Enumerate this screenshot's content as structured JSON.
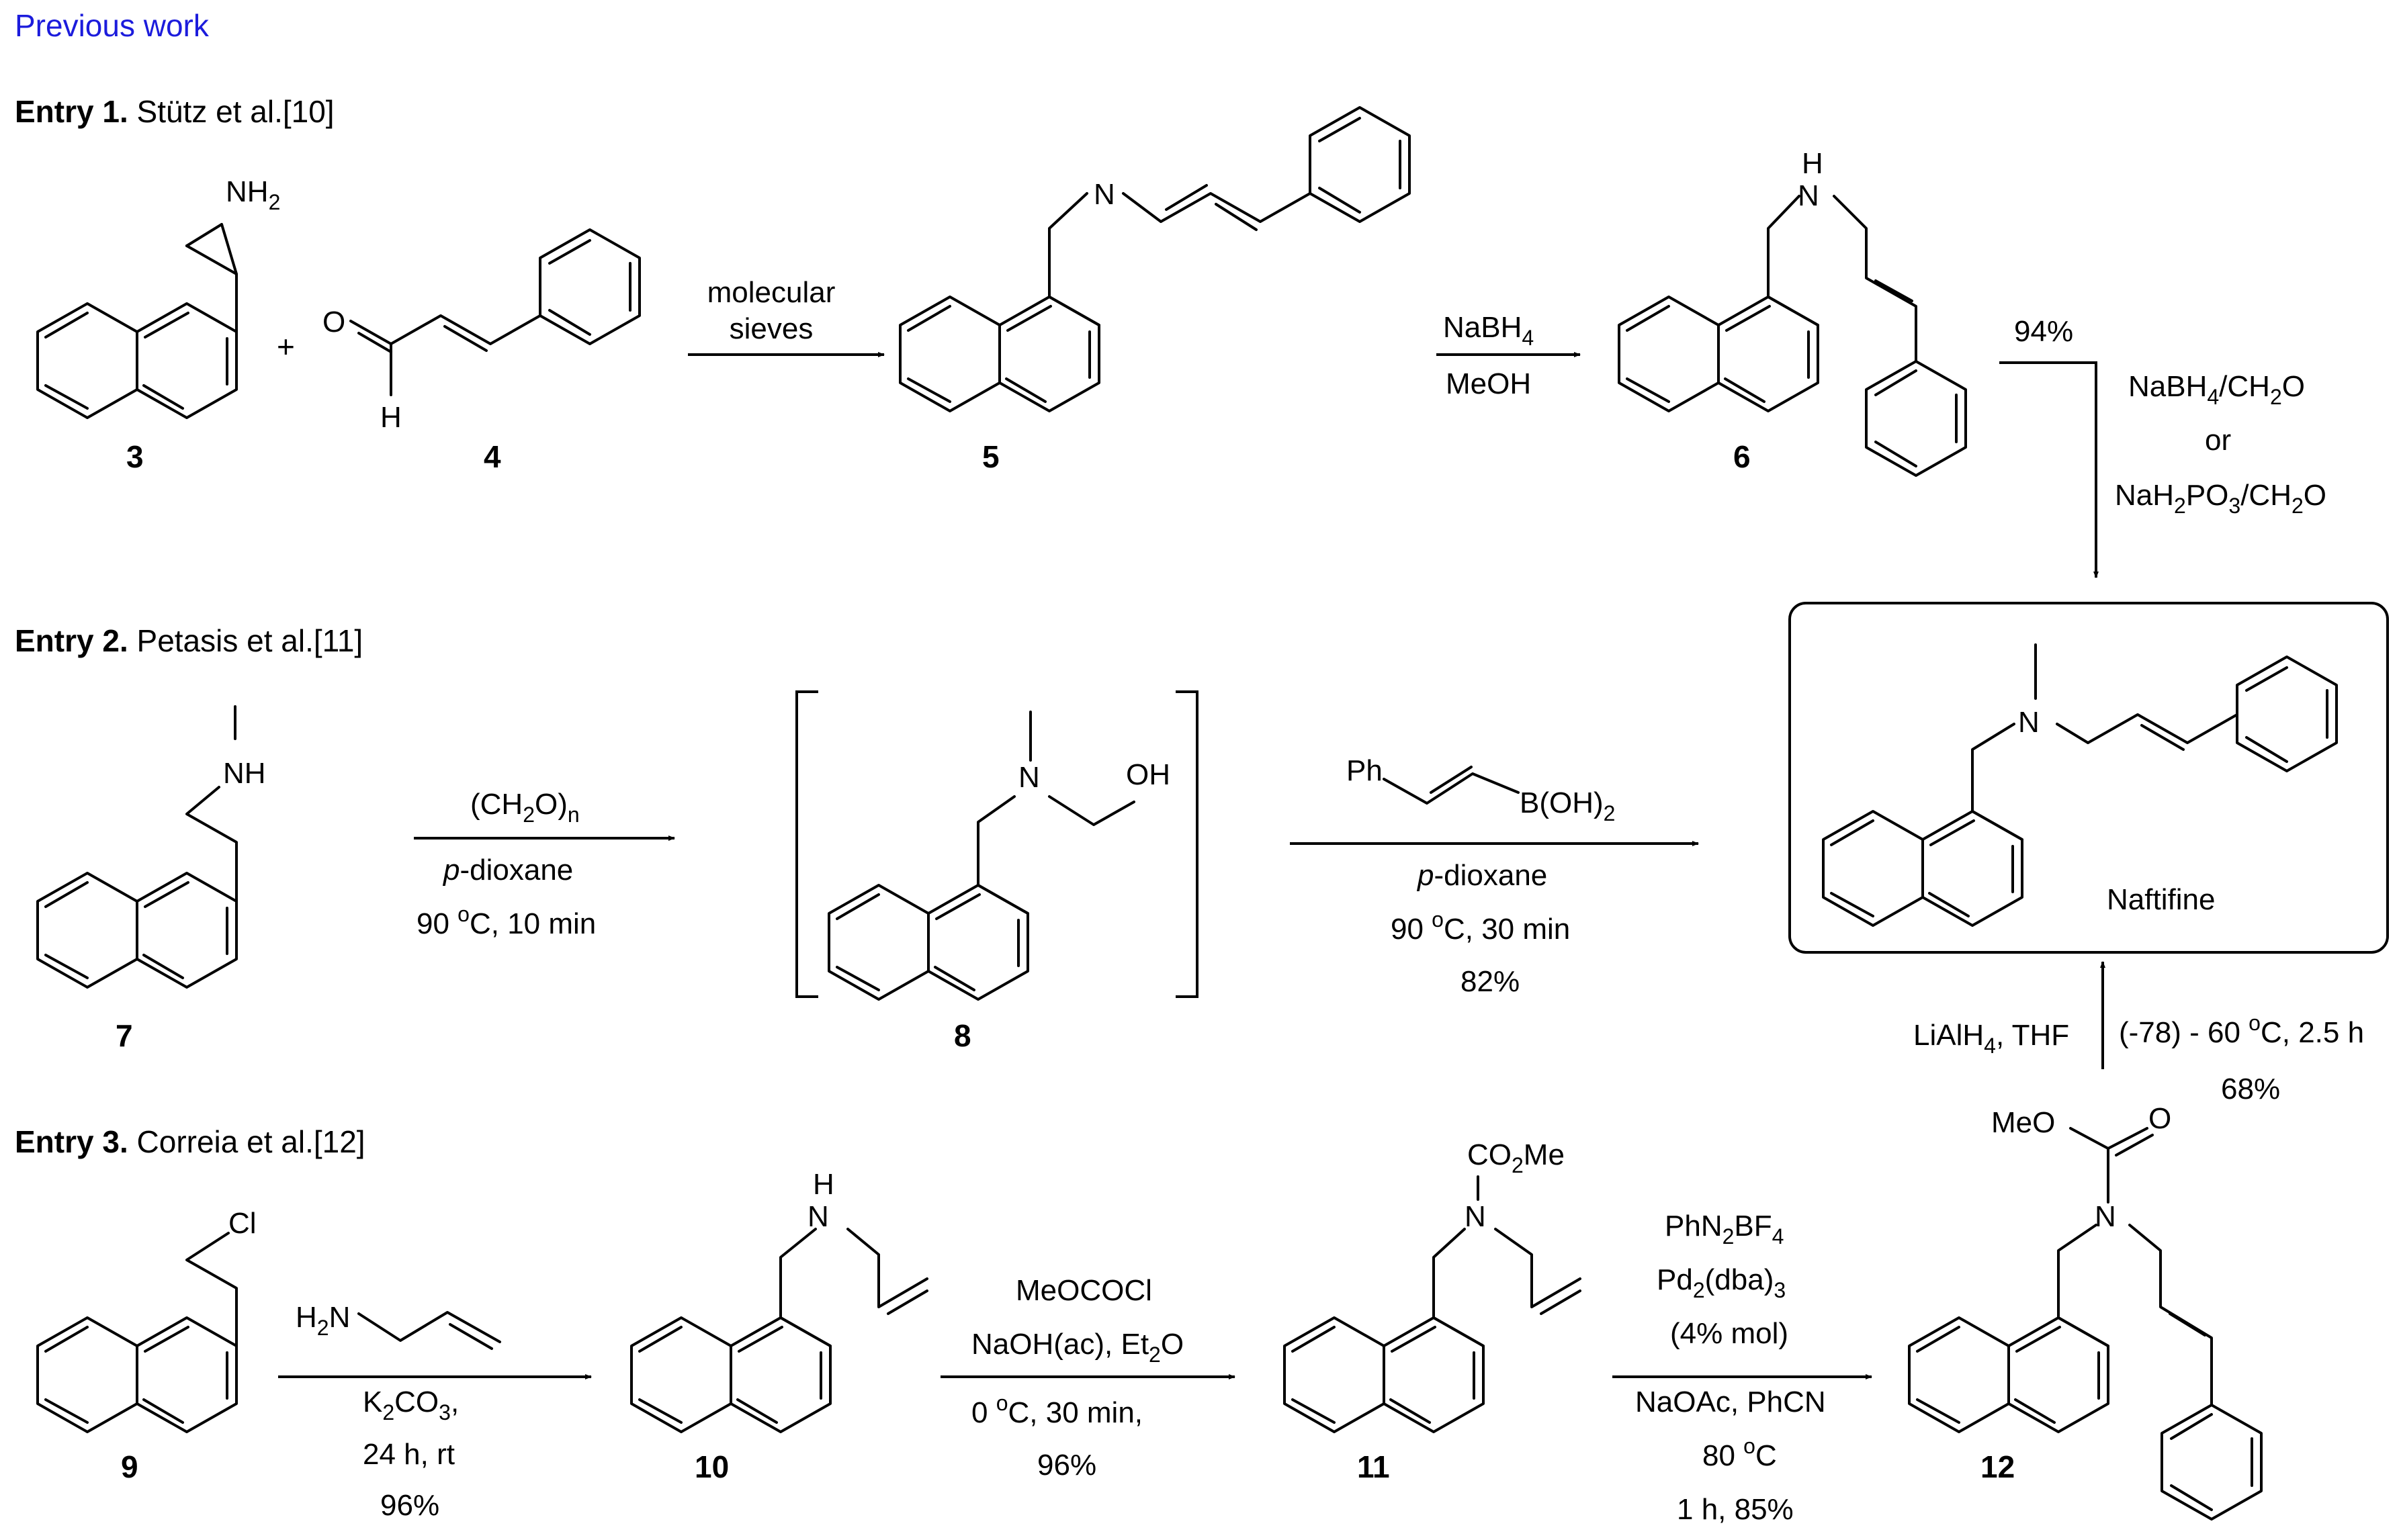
{
  "header": {
    "previous_work": "Previous work"
  },
  "entries": [
    {
      "bold": "Entry 1.",
      "text": " Stütz et al.[10]"
    },
    {
      "bold": "Entry 2.",
      "text": " Petasis et al.[11]"
    },
    {
      "bold": "Entry 3.",
      "text": " Correia et al.[12]"
    }
  ],
  "compounds": {
    "c3": "3",
    "c4": "4",
    "c5": "5",
    "c6": "6",
    "c7": "7",
    "c8": "8",
    "c9": "9",
    "c10": "10",
    "c11": "11",
    "c12": "12",
    "naftifine": "Naftifine"
  },
  "atoms": {
    "nh2": "NH",
    "nh2_sub": "2",
    "o": "O",
    "h": "H",
    "n": "N",
    "nh": "NH",
    "oh": "OH",
    "cl": "Cl",
    "h2n_h": "H",
    "h2n_2": "2",
    "h2n_n": "N",
    "co2me_a": "CO",
    "co2me_2": "2",
    "co2me_b": "Me",
    "meo": "MeO",
    "ph": "Ph",
    "boh": "B(OH)",
    "boh_2": "2"
  },
  "conditions": {
    "e1_step1_a": "molecular",
    "e1_step1_b": "sieves",
    "e1_step2_reagent": "NaBH",
    "e1_step2_reagent_sub": "4",
    "e1_step2_solvent": "MeOH",
    "e1_step3_yield": "94%",
    "e1_step3_a": "NaBH",
    "e1_step3_a_sub": "4",
    "e1_step3_a_tail": "/CH",
    "e1_step3_a_sub2": "2",
    "e1_step3_a_end": "O",
    "e1_step3_or": "or",
    "e1_step3_b": "NaH",
    "e1_step3_b_sub1": "2",
    "e1_step3_b_mid": "PO",
    "e1_step3_b_sub2": "3",
    "e1_step3_b_tail": "/CH",
    "e1_step3_b_sub3": "2",
    "e1_step3_b_end": "O",
    "e2_step1_a": "(CH",
    "e2_step1_a_sub": "2",
    "e2_step1_a_tail": "O)",
    "e2_step1_a_n": "n",
    "e2_step1_b_it": "p",
    "e2_step1_b": "-dioxane",
    "e2_step1_c": "90 ",
    "e2_step1_c_sup": "o",
    "e2_step1_c_tail": "C, 10 min",
    "e2_step2_b_it": "p",
    "e2_step2_b": "-dioxane",
    "e2_step2_c": "90 ",
    "e2_step2_c_sup": "o",
    "e2_step2_c_tail": "C, 30 min",
    "e2_step2_yield": "82%",
    "e3_step1_b": "K",
    "e3_step1_b_sub1": "2",
    "e3_step1_b_mid": "CO",
    "e3_step1_b_sub2": "3",
    "e3_step1_b_tail": ",",
    "e3_step1_c": "24 h, rt",
    "e3_step1_yield": "96%",
    "e3_step2_a": "MeOCOCl",
    "e3_step2_b": "NaOH(ac), Et",
    "e3_step2_b_sub": "2",
    "e3_step2_b_tail": "O",
    "e3_step2_c": "0 ",
    "e3_step2_c_sup": "o",
    "e3_step2_c_tail": "C, 30 min,",
    "e3_step2_yield": "96%",
    "e3_step3_a": "PhN",
    "e3_step3_a_sub1": "2",
    "e3_step3_a_mid": "BF",
    "e3_step3_a_sub2": "4",
    "e3_step3_b": "Pd",
    "e3_step3_b_sub1": "2",
    "e3_step3_b_mid": "(dba)",
    "e3_step3_b_sub2": "3",
    "e3_step3_c": "(4% mol)",
    "e3_step3_d": "NaOAc, PhCN",
    "e3_step3_e": "80 ",
    "e3_step3_e_sup": "o",
    "e3_step3_e_tail": "C",
    "e3_step3_f": "1 h, 85%",
    "e3_step4_a": "LiAlH",
    "e3_step4_a_sub": "4",
    "e3_step4_a_tail": ", THF",
    "e3_step4_b": "(-78) - 60 ",
    "e3_step4_b_sup": "o",
    "e3_step4_b_tail": "C, 2.5 h",
    "e3_step4_yield": "68%"
  }
}
